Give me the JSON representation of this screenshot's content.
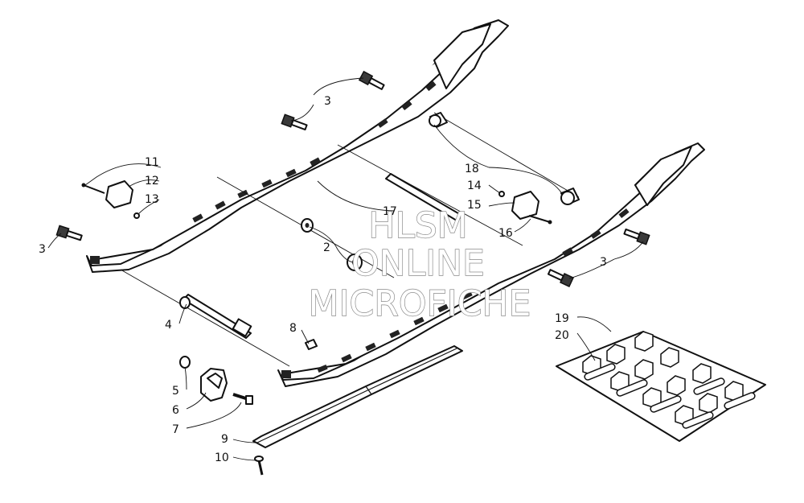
{
  "watermark": {
    "line1": "HLSM",
    "line2": "ONLINE",
    "line3": "MICROFICHE"
  },
  "callouts": [
    {
      "id": "c2",
      "label": "2"
    },
    {
      "id": "c3a",
      "label": "3"
    },
    {
      "id": "c3b",
      "label": "3"
    },
    {
      "id": "c3c",
      "label": "3"
    },
    {
      "id": "c4",
      "label": "4"
    },
    {
      "id": "c5",
      "label": "5"
    },
    {
      "id": "c6",
      "label": "6"
    },
    {
      "id": "c7",
      "label": "7"
    },
    {
      "id": "c8",
      "label": "8"
    },
    {
      "id": "c9",
      "label": "9"
    },
    {
      "id": "c10",
      "label": "10"
    },
    {
      "id": "c11",
      "label": "11"
    },
    {
      "id": "c12",
      "label": "12"
    },
    {
      "id": "c13",
      "label": "13"
    },
    {
      "id": "c14",
      "label": "14"
    },
    {
      "id": "c15",
      "label": "15"
    },
    {
      "id": "c16",
      "label": "16"
    },
    {
      "id": "c17",
      "label": "17"
    },
    {
      "id": "c18",
      "label": "18"
    },
    {
      "id": "c19",
      "label": "19"
    },
    {
      "id": "c20",
      "label": "20"
    }
  ]
}
